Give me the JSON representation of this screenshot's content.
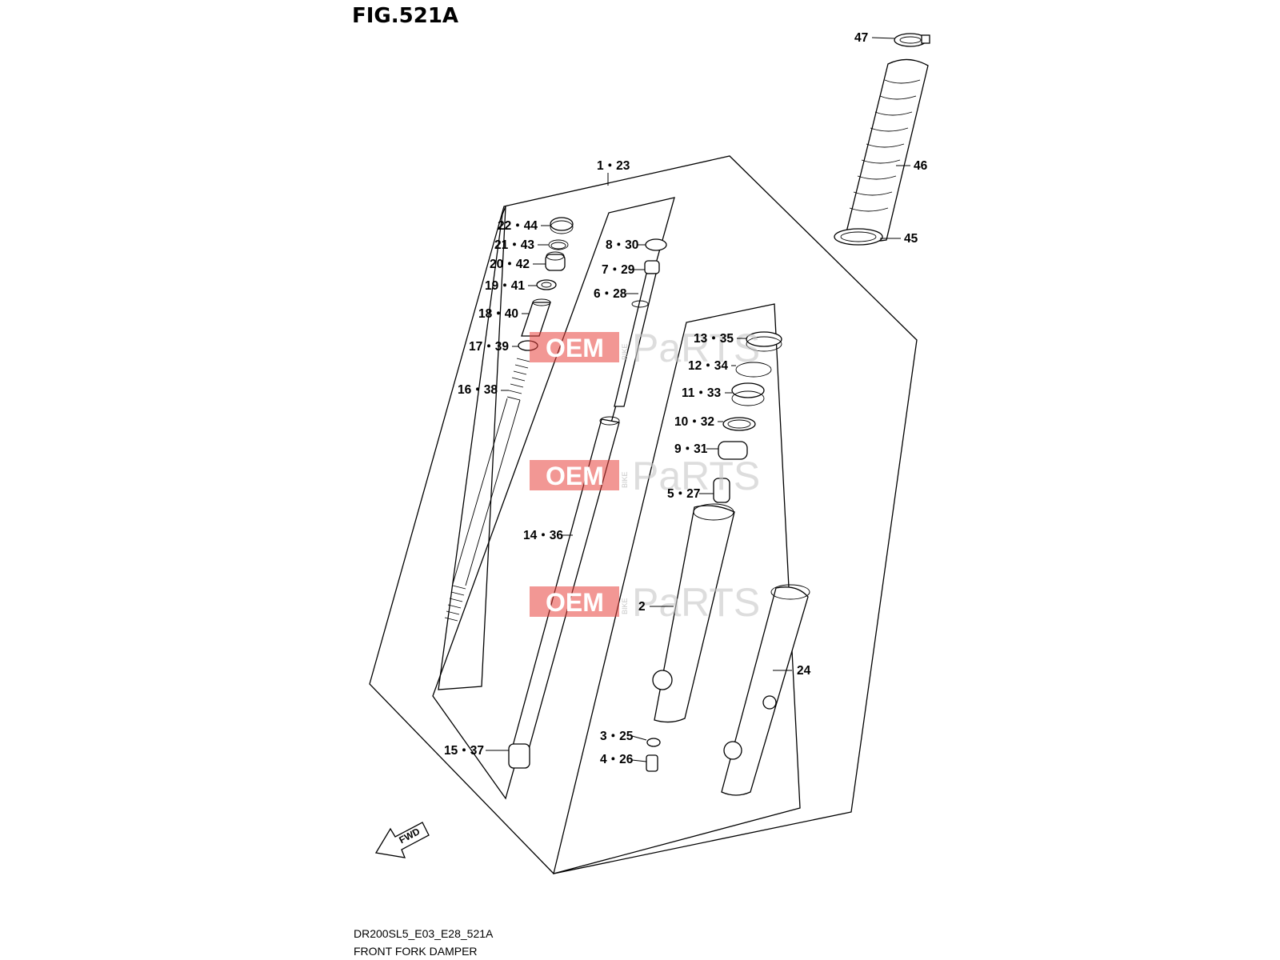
{
  "figure": {
    "title": "FIG.521A"
  },
  "footer": {
    "model_code": "DR200SL5_E03_E28_521A",
    "caption": "FRONT FORK DAMPER"
  },
  "arrow": {
    "label": "FWD"
  },
  "watermark": {
    "brand_oem": "OEM",
    "brand_bike": "BIKE",
    "brand_parts": "PaRTS",
    "accent_color": "#e8413c"
  },
  "callouts": {
    "c47": "47",
    "c46": "46",
    "c45": "45",
    "c1_23": "1・23",
    "c22_44": "22・44",
    "c21_43": "21・43",
    "c20_42": "20・42",
    "c19_41": "19・41",
    "c18_40": "18・40",
    "c17_39": "17・39",
    "c16_38": "16・38",
    "c8_30": "8・30",
    "c7_29": "7・29",
    "c6_28": "6・28",
    "c13_35": "13・35",
    "c12_34": "12・34",
    "c11_33": "11・33",
    "c10_32": "10・32",
    "c9_31": "9・31",
    "c5_27": "5・27",
    "c14_36": "14・36",
    "c2": "2",
    "c24": "24",
    "c3_25": "3・25",
    "c4_26": "4・26",
    "c15_37": "15・37"
  }
}
